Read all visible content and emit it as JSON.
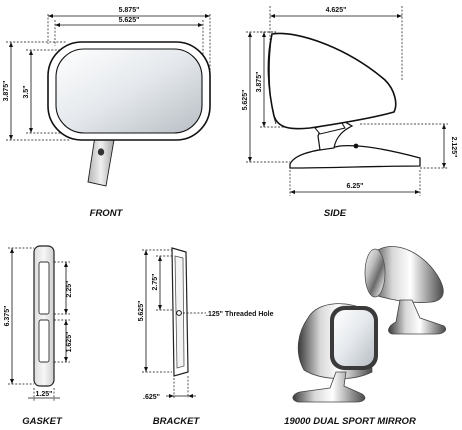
{
  "front": {
    "caption": "FRONT",
    "dim_outer_width": "5.875\"",
    "dim_inner_width": "5.625\"",
    "dim_outer_height": "3.875\"",
    "dim_inner_height": "3.5\""
  },
  "side": {
    "caption": "SIDE",
    "dim_top_width": "4.625\"",
    "dim_total_height": "5.625\"",
    "dim_head_height": "3.875\"",
    "dim_base_height": "2.125\"",
    "dim_base_width": "6.25\""
  },
  "gasket": {
    "caption": "GASKET",
    "dim_height": "6.375\"",
    "dim_slot_upper": "2.25\"",
    "dim_slot_lower": "1.625\"",
    "dim_width": "1.25\""
  },
  "bracket": {
    "caption": "BRACKET",
    "dim_height": "5.625\"",
    "dim_slot": "2.75\"",
    "dim_width": ".625\"",
    "hole_note": ".125\" Threaded Hole"
  },
  "product": {
    "caption": "19000 DUAL SPORT MIRROR"
  },
  "colors": {
    "line": "#111111",
    "chrome_light": "#f2f2f2",
    "chrome_dark": "#5a5a5a"
  }
}
